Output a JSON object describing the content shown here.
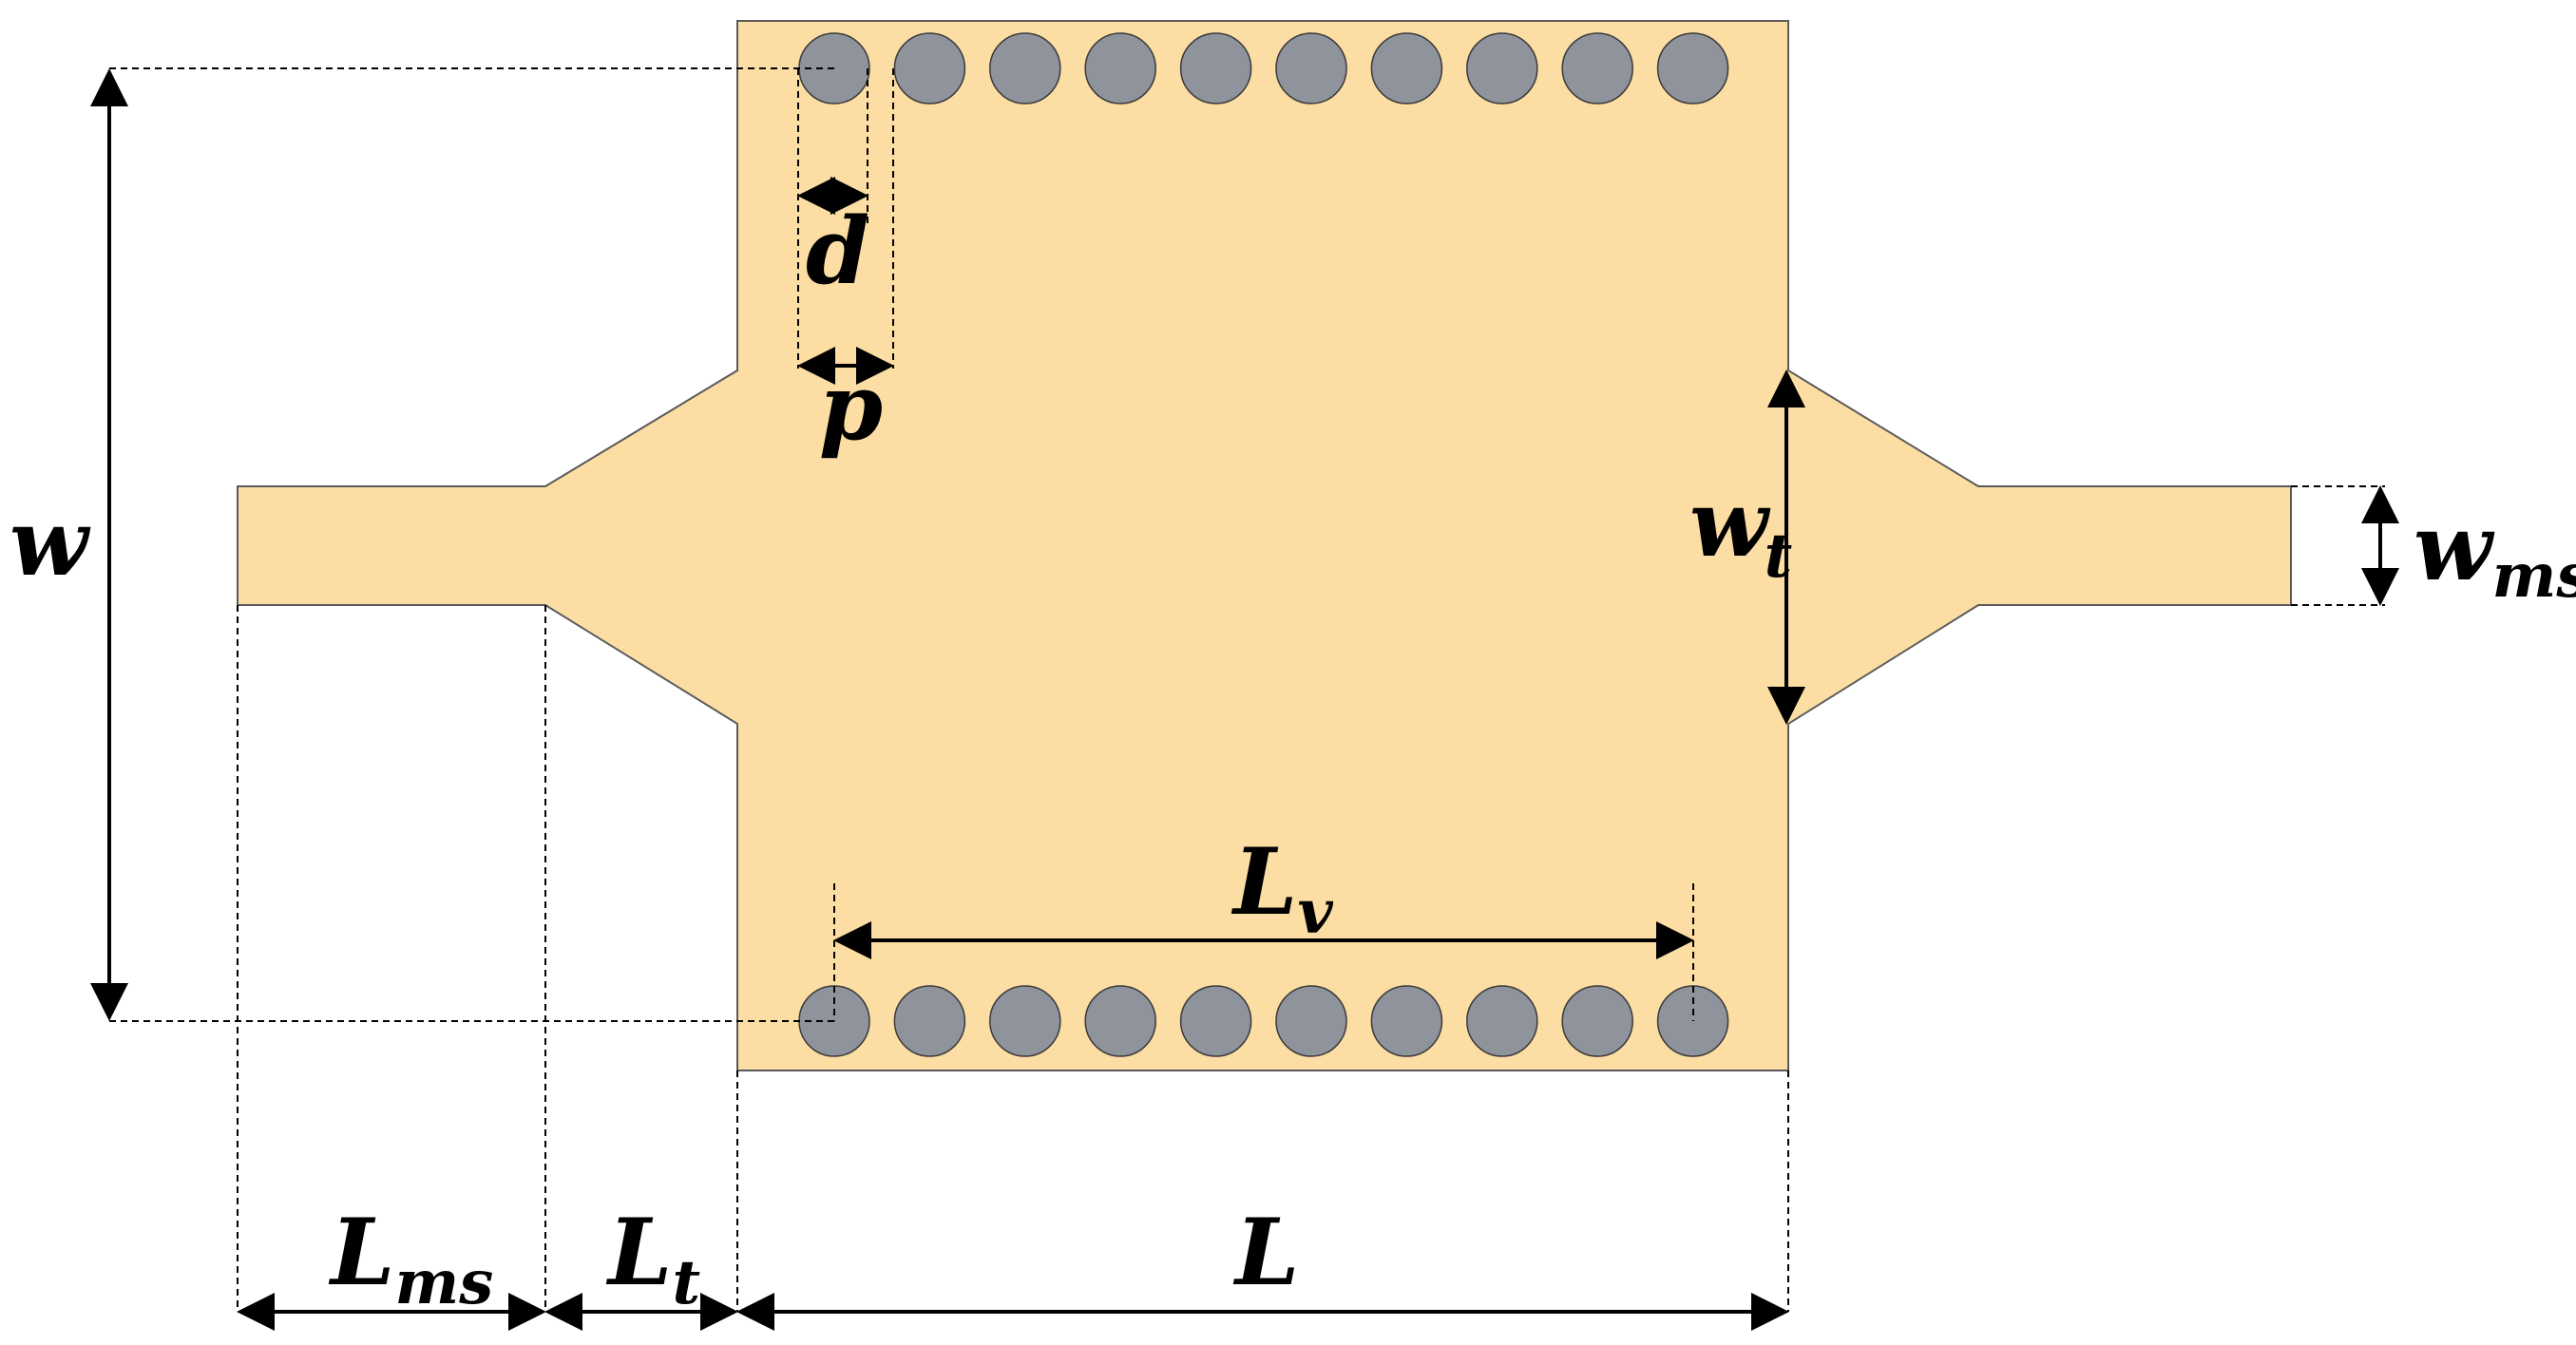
{
  "colors": {
    "substrate": "#FCDDA3",
    "substrate_edge": "#5A5A5A",
    "via": "#8E939C",
    "via_edge": "#3A3A3A",
    "line": "#000000"
  },
  "via_rows": {
    "top_count": 10,
    "bottom_count": 10
  },
  "labels": {
    "w": "w",
    "d": "d",
    "p": "p",
    "wt": {
      "base": "w",
      "sub": "t"
    },
    "wms": {
      "base": "w",
      "sub": "ms"
    },
    "Lv": {
      "base": "L",
      "sub": "v"
    },
    "Lms": {
      "base": "L",
      "sub": "ms"
    },
    "Lt": {
      "base": "L",
      "sub": "t"
    },
    "L": "L"
  }
}
